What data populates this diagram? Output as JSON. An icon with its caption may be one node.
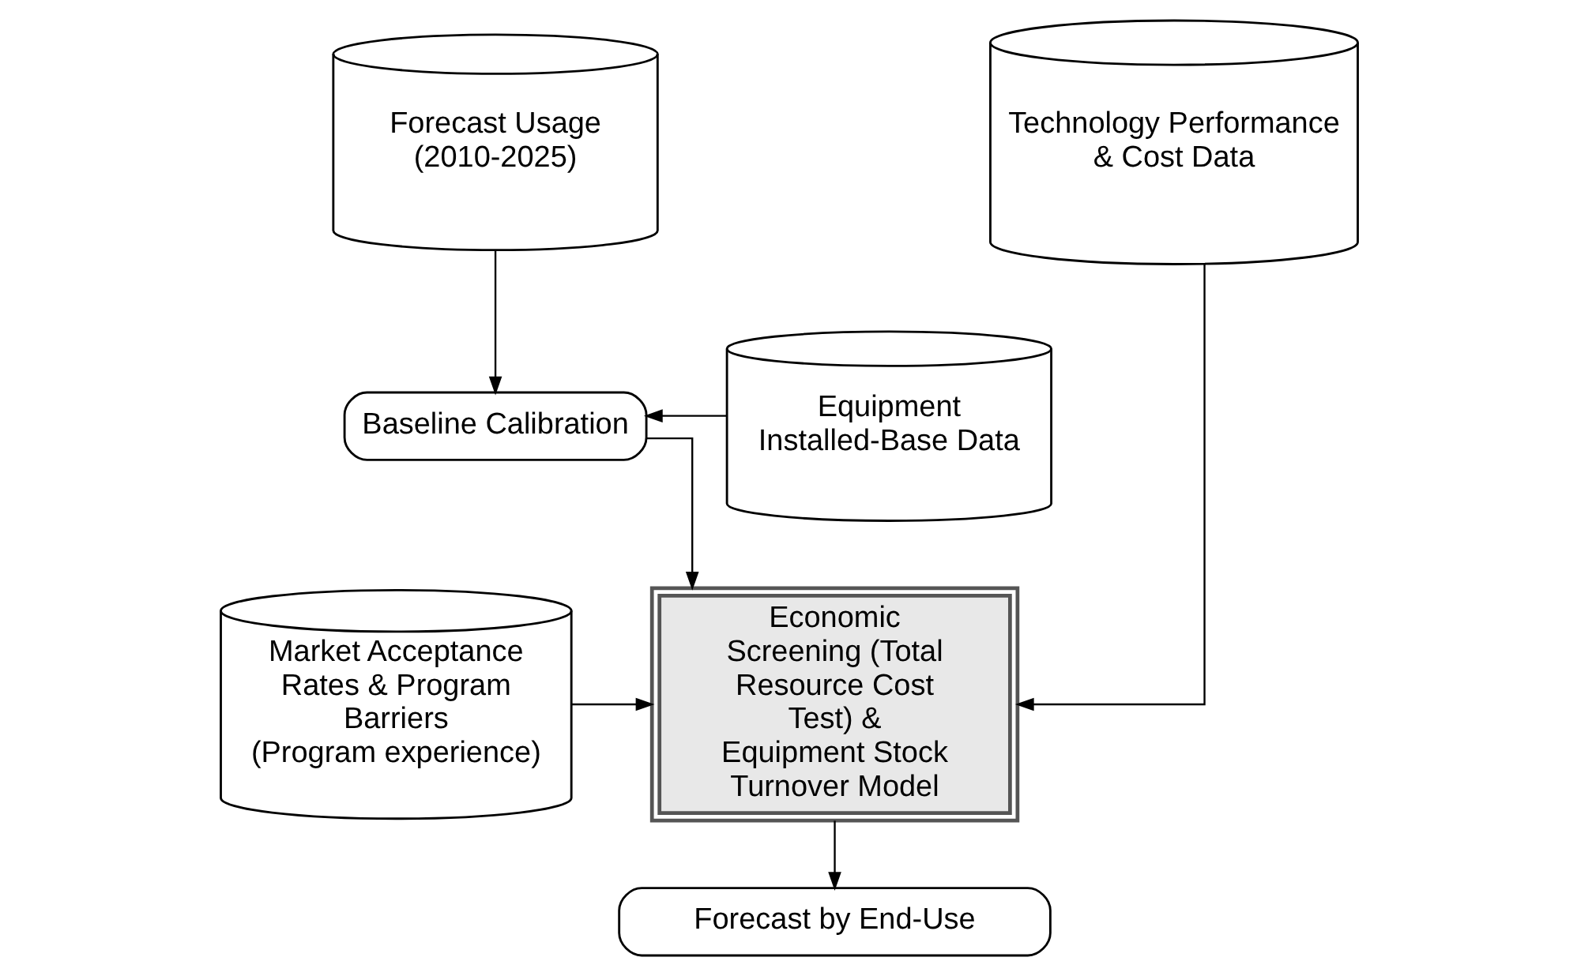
{
  "diagram": {
    "nodes": [
      {
        "text": [
          "Forecast Usage",
          "(2010-2025)"
        ]
      },
      {
        "text": [
          "Equipment Installed-Base Data"
        ]
      },
      {
        "text": [
          "Baseline Calibration"
        ]
      },
      {
        "text": [
          "Technology Performance & Cost Data"
        ]
      },
      {
        "text": [
          "Economic Screening (Total Resource Cost Test) & Equipment Stock Turnover Model"
        ]
      },
      {
        "text": [
          "Market Acceptance Rates & Program Barriers",
          "(Program experience)"
        ]
      },
      {
        "text": [
          "Forecast by End-Use"
        ]
      }
    ],
    "edges": [
      {
        "from": 0,
        "to": 2,
        "arrow": "to"
      },
      {
        "from": 1,
        "to": 2,
        "arrow": "to"
      },
      {
        "from": 2,
        "to": 4,
        "arrow": "to"
      },
      {
        "from": 3,
        "to": 4,
        "arrow": "to"
      },
      {
        "from": 5,
        "to": 4,
        "arrow": "to"
      },
      {
        "from": 4,
        "to": 6,
        "arrow": "to"
      }
    ]
  }
}
